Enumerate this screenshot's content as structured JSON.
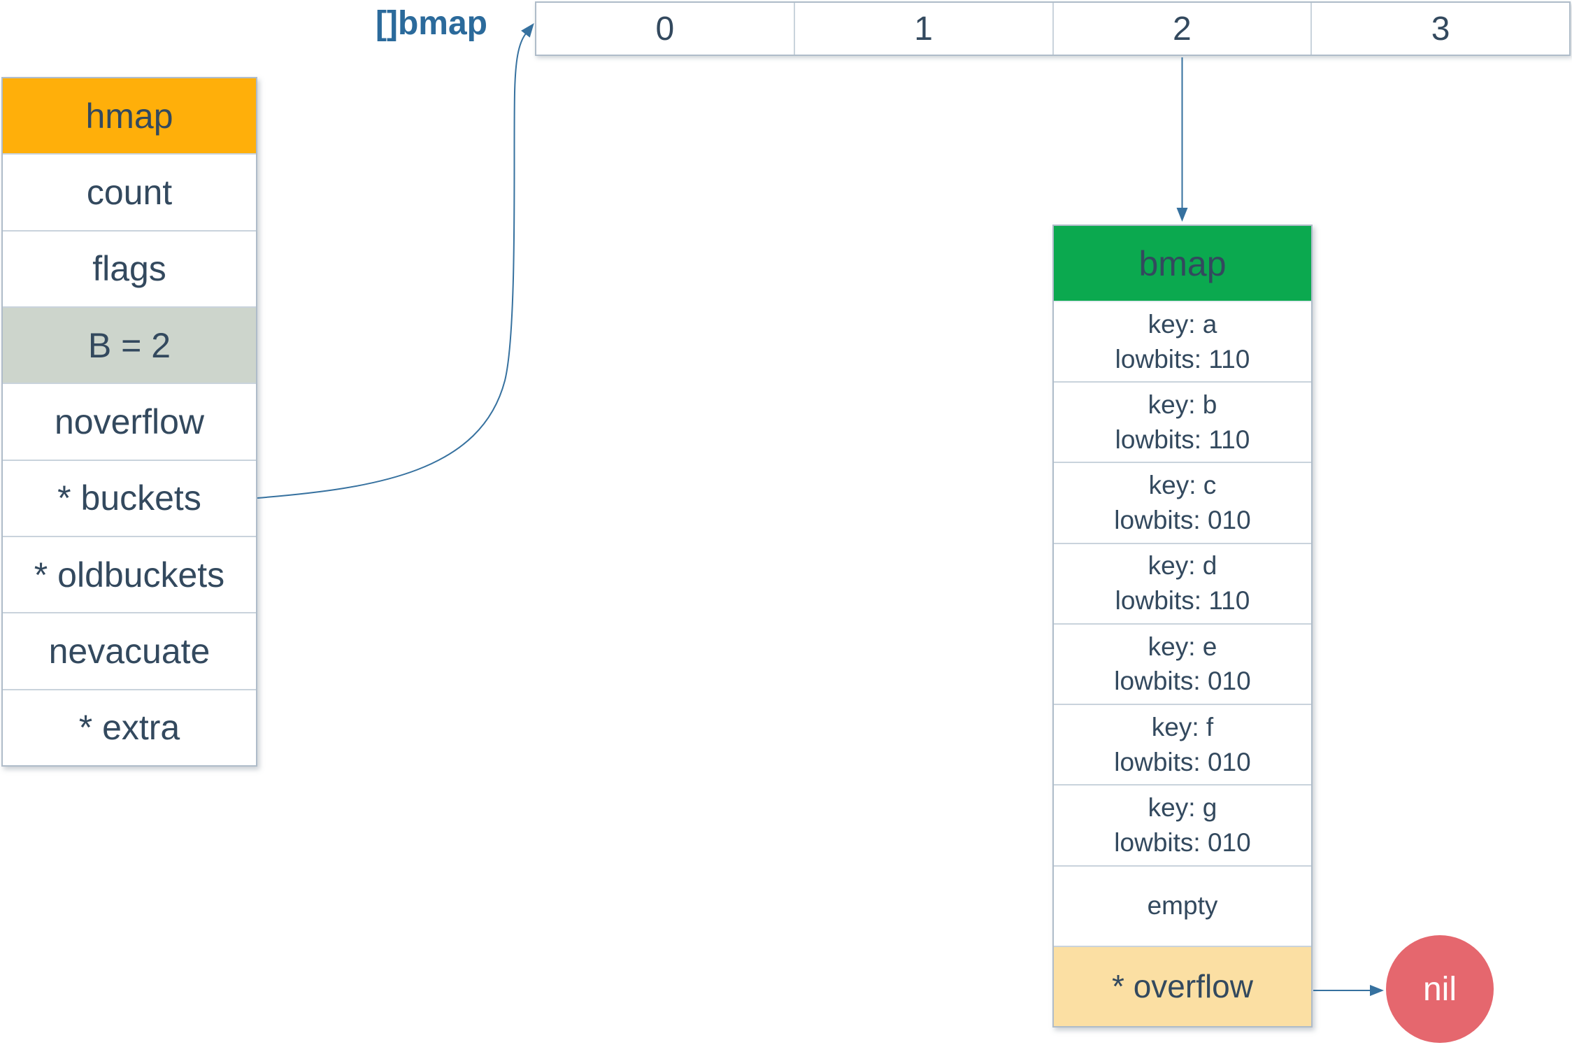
{
  "colors": {
    "text": "#33495E",
    "accent": "#2B6A9B",
    "arrow": "#36719F",
    "orange": "#FFAF0A",
    "green": "#0BA94F",
    "sage": "#CDD5CC",
    "tan": "#FBDFA3",
    "red": "#E5676E",
    "border": "#AFBCC9",
    "separator": "#C9D3DC"
  },
  "hmap_table": {
    "header": "hmap",
    "rows": [
      "count",
      "flags",
      "B = 2",
      "noverflow",
      "* buckets",
      "* oldbuckets",
      "nevacuate",
      "* extra"
    ]
  },
  "bucket_array": {
    "label": "[]bmap",
    "cells": [
      "0",
      "1",
      "2",
      "3"
    ]
  },
  "bmap_table": {
    "header": "bmap",
    "entries": [
      {
        "key": "key: a",
        "lowbits": "lowbits: 110"
      },
      {
        "key": "key: b",
        "lowbits": "lowbits: 110"
      },
      {
        "key": "key: c",
        "lowbits": "lowbits: 010"
      },
      {
        "key": "key: d",
        "lowbits": "lowbits: 110"
      },
      {
        "key": "key: e",
        "lowbits": "lowbits: 010"
      },
      {
        "key": "key: f",
        "lowbits": "lowbits: 010"
      },
      {
        "key": "key: g",
        "lowbits": "lowbits: 010"
      }
    ],
    "empty_row": "empty",
    "overflow_row": "* overflow"
  },
  "nil_node": {
    "label": "nil"
  }
}
